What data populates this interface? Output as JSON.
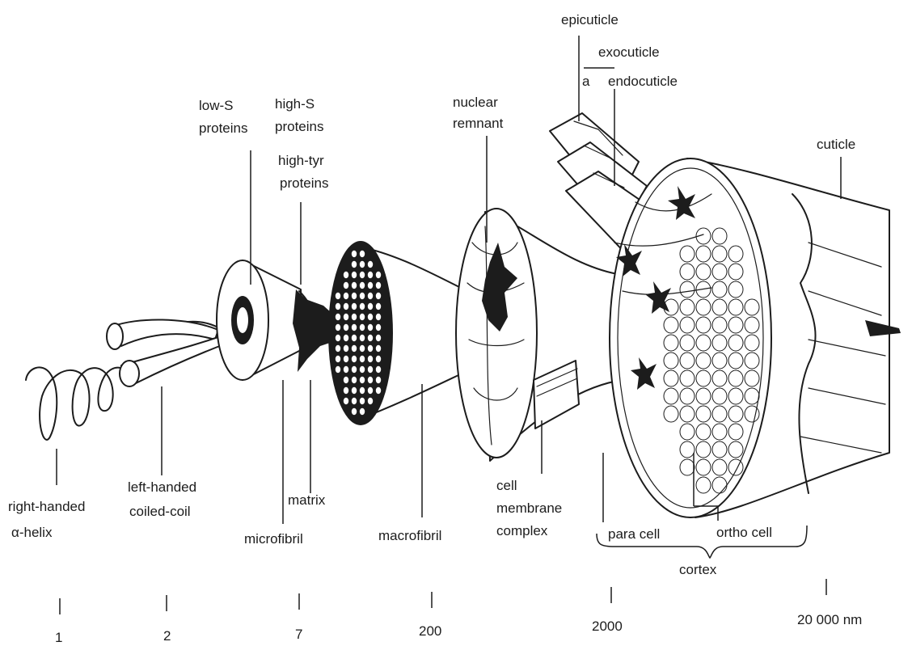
{
  "labels": {
    "right_handed_helix": [
      "right-handed",
      "α-helix"
    ],
    "left_handed_coil": [
      "left-handed",
      "coiled-coil"
    ],
    "microfibril": "microfibril",
    "matrix": "matrix",
    "low_s_proteins": [
      "low-S",
      "proteins"
    ],
    "high_s_proteins": [
      "high-S",
      "proteins"
    ],
    "high_tyr_proteins": [
      "high-tyr",
      "proteins"
    ],
    "macrofibril": "macrofibril",
    "nuclear_remnant": [
      "nuclear",
      "remnant"
    ],
    "cell_membrane_complex": [
      "cell",
      "membrane",
      "complex"
    ],
    "epicuticle": "epicuticle",
    "exocuticle": "exocuticle",
    "a_marker": "a",
    "endocuticle": "endocuticle",
    "cuticle": "cuticle",
    "para_cell": "para cell",
    "ortho_cell": "ortho cell",
    "cortex": "cortex"
  },
  "scale": [
    {
      "value": "1"
    },
    {
      "value": "2"
    },
    {
      "value": "7"
    },
    {
      "value": "200"
    },
    {
      "value": "2000"
    },
    {
      "value": "20 000 nm"
    }
  ]
}
